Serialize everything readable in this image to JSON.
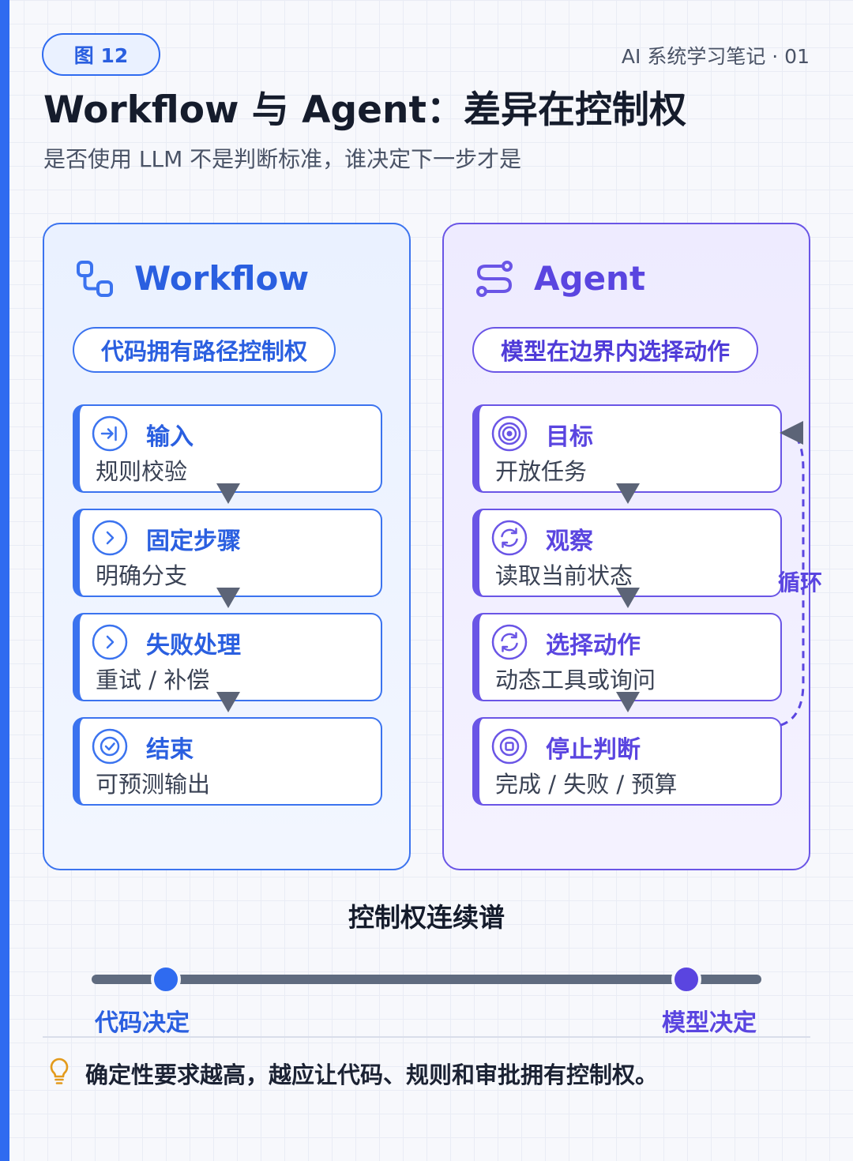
{
  "header": {
    "figure_badge": "图 12",
    "series": "AI 系统学习笔记 · 01",
    "title": "Workflow 与 Agent：差异在控制权",
    "subtitle": "是否使用 LLM 不是判断标准，谁决定下一步才是"
  },
  "workflow": {
    "name": "Workflow",
    "pill": "代码拥有路径控制权",
    "steps": [
      {
        "title": "输入",
        "desc": "规则校验",
        "icon": "login-arrow-icon"
      },
      {
        "title": "固定步骤",
        "desc": "明确分支",
        "icon": "chevron-right-icon"
      },
      {
        "title": "失败处理",
        "desc": "重试 / 补偿",
        "icon": "chevron-right-icon"
      },
      {
        "title": "结束",
        "desc": "可预测输出",
        "icon": "check-circle-icon"
      }
    ]
  },
  "agent": {
    "name": "Agent",
    "pill": "模型在边界内选择动作",
    "loop_label": "循环",
    "steps": [
      {
        "title": "目标",
        "desc": "开放任务",
        "icon": "target-icon"
      },
      {
        "title": "观察",
        "desc": "读取当前状态",
        "icon": "refresh-icon"
      },
      {
        "title": "选择动作",
        "desc": "动态工具或询问",
        "icon": "refresh-icon"
      },
      {
        "title": "停止判断",
        "desc": "完成 / 失败 / 预算",
        "icon": "stop-icon"
      }
    ]
  },
  "spectrum": {
    "title": "控制权连续谱",
    "left_label": "代码决定",
    "right_label": "模型决定"
  },
  "note": {
    "icon": "lightbulb-icon",
    "text": "确定性要求越高，越应让代码、规则和审批拥有控制权。"
  },
  "colors": {
    "workflow_accent": "#3b73ef",
    "agent_accent": "#6a55e6",
    "arrow": "#5c6477"
  }
}
